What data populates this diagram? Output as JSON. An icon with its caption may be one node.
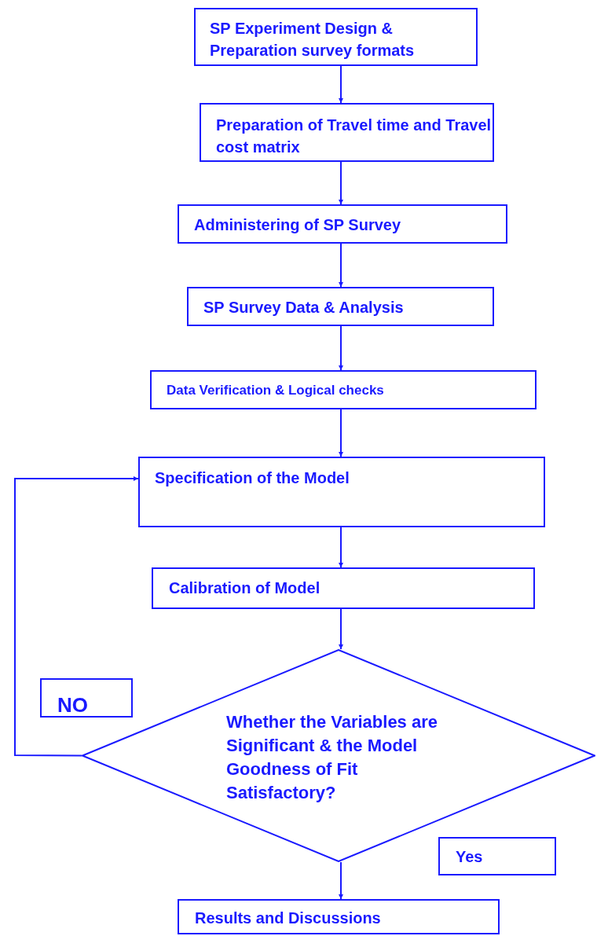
{
  "diagram": {
    "nodes": [
      {
        "text": [
          "SP Experiment Design & Preparation survey formats"
        ]
      },
      {
        "text": [
          "Preparation of Travel time and Travel cost matrix"
        ]
      },
      {
        "text": [
          "Administering of SP Survey"
        ]
      },
      {
        "text": [
          "SP Survey Data & Analysis"
        ]
      },
      {
        "text": [
          "Data Verification & Logical checks"
        ]
      },
      {
        "text": [
          "Specification of the Model"
        ]
      },
      {
        "text": [
          "Calibration of Model"
        ]
      },
      {
        "text": [
          "Whether the Variables are Significant & the Model Goodness of Fit Satisfactory?"
        ]
      },
      {
        "text": [
          "NO"
        ]
      },
      {
        "text": [
          "Yes"
        ]
      },
      {
        "text": [
          "Results and Discussions"
        ]
      }
    ],
    "edges": [
      {
        "from": 0,
        "to": 1,
        "arrow": "to"
      },
      {
        "from": 1,
        "to": 2,
        "arrow": "to"
      },
      {
        "from": 2,
        "to": 3,
        "arrow": "to"
      },
      {
        "from": 3,
        "to": 4,
        "arrow": "to"
      },
      {
        "from": 4,
        "to": 5,
        "arrow": "to"
      },
      {
        "from": 5,
        "to": 6,
        "arrow": "to"
      },
      {
        "from": 6,
        "to": 7,
        "arrow": "to"
      },
      {
        "from": 7,
        "to": 5,
        "arrow": "to"
      },
      {
        "from": 7,
        "to": 10,
        "arrow": "to"
      }
    ]
  }
}
